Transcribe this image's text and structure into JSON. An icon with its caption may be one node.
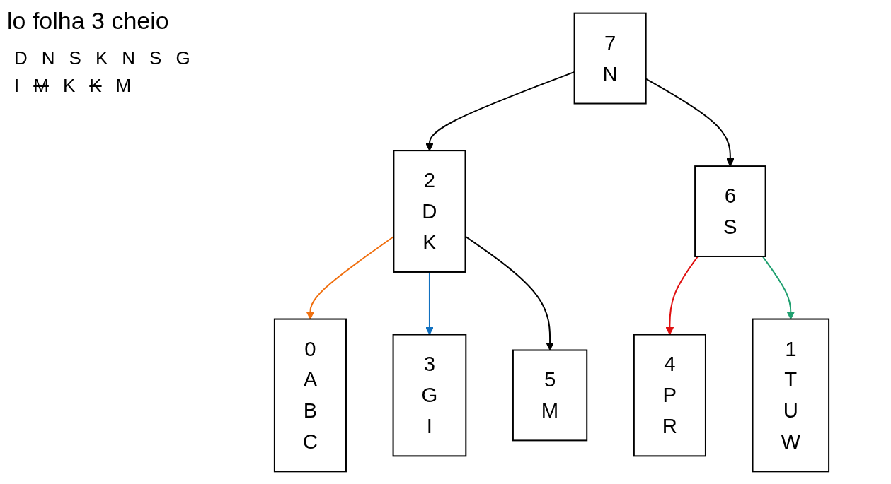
{
  "diagram": {
    "title": "lo folha 3 cheio",
    "nodes": [
      {
        "text": [
          "7",
          "N"
        ]
      },
      {
        "text": [
          "2",
          "D",
          "K"
        ]
      },
      {
        "text": [
          "6",
          "S"
        ]
      },
      {
        "text": [
          "0",
          "A",
          "B",
          "C"
        ]
      },
      {
        "text": [
          "3",
          "G",
          "I"
        ]
      },
      {
        "text": [
          "5",
          "M"
        ]
      },
      {
        "text": [
          "4",
          "P",
          "R"
        ]
      },
      {
        "text": [
          "1",
          "T",
          "U",
          "W"
        ]
      }
    ],
    "edges": [
      {
        "from": 0,
        "to": 1,
        "arrow": "to"
      },
      {
        "from": 0,
        "to": 2,
        "arrow": "to"
      },
      {
        "from": 1,
        "to": 3,
        "arrow": "to",
        "color": "#f07010"
      },
      {
        "from": 1,
        "to": 4,
        "arrow": "to",
        "color": "#1070c0"
      },
      {
        "from": 1,
        "to": 5,
        "arrow": "to"
      },
      {
        "from": 2,
        "to": 6,
        "arrow": "to",
        "color": "#e01010"
      },
      {
        "from": 2,
        "to": 7,
        "arrow": "to",
        "color": "#20a070"
      }
    ],
    "labels": [
      "D",
      "N",
      "S",
      "K",
      "N",
      "S",
      "G",
      "I",
      "M",
      "K",
      "K",
      "M"
    ]
  }
}
